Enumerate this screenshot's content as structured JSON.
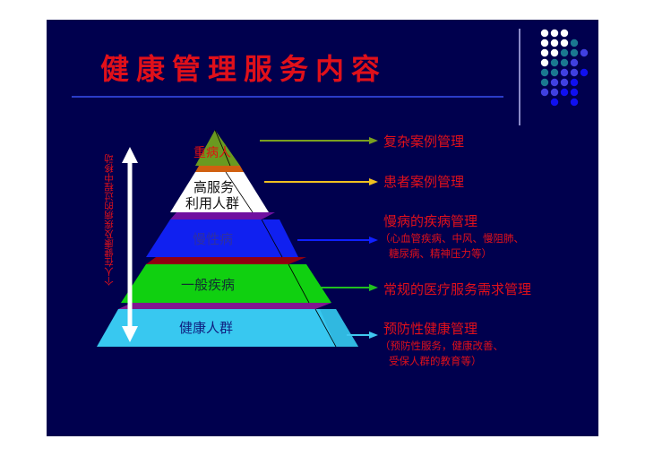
{
  "title": "健康管理服务内容",
  "side_label": "个人在健康及疾病的过程中移动",
  "pyramid": {
    "tier1": "重病人",
    "tier2_line1": "高服务",
    "tier2_line2": "利用人群",
    "tier3": "慢性病",
    "tier4": "一般疾病",
    "tier5": "健康人群"
  },
  "services": [
    {
      "label": "复杂案例管理",
      "color": "#7aa020"
    },
    {
      "label": "患者案例管理",
      "color": "#f0c020"
    },
    {
      "label": "慢病的疾病管理",
      "sub1": "（心血管疾病、中风、慢阻肺、",
      "sub2": "糖尿病、精神压力等）",
      "color": "#1020ff"
    },
    {
      "label": "常规的医疗服务需求管理",
      "color": "#20c020"
    },
    {
      "label": "预防性健康管理",
      "sub1": "（预防性服务，健康改善、",
      "sub2": "受保人群的教育等）",
      "color": "#40c8f0"
    }
  ]
}
